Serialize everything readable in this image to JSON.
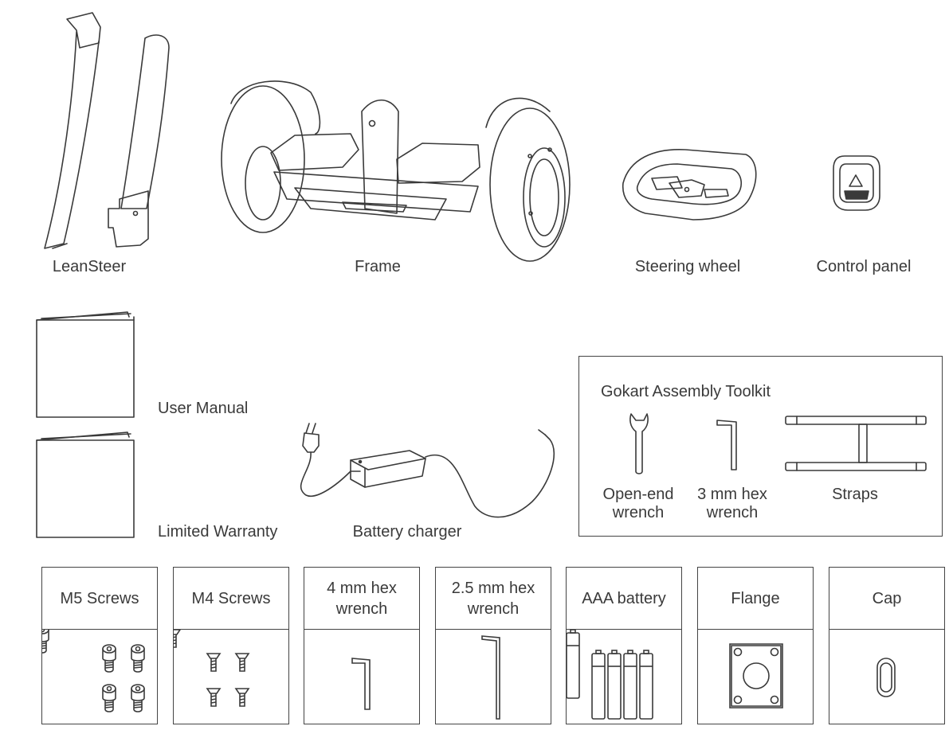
{
  "labels": {
    "leansteer": "LeanSteer",
    "frame": "Frame",
    "steering_wheel": "Steering wheel",
    "control_panel": "Control panel",
    "user_manual": "User Manual",
    "limited_warranty": "Limited Warranty",
    "battery_charger": "Battery charger"
  },
  "toolkit": {
    "title": "Gokart Assembly Toolkit",
    "open_end_wrench": [
      "Open-end",
      "wrench"
    ],
    "hex_wrench_3mm": [
      "3 mm hex",
      "wrench"
    ],
    "straps": "Straps"
  },
  "cards": [
    {
      "id": "m5-screws",
      "lines": [
        "M5 Screws"
      ]
    },
    {
      "id": "m4-screws",
      "lines": [
        "M4 Screws"
      ]
    },
    {
      "id": "hex-4mm",
      "lines": [
        "4 mm hex",
        "wrench"
      ]
    },
    {
      "id": "hex-2-5mm",
      "lines": [
        "2.5 mm hex",
        "wrench"
      ]
    },
    {
      "id": "aaa-battery",
      "lines": [
        "AAA battery"
      ]
    },
    {
      "id": "flange",
      "lines": [
        "Flange"
      ]
    },
    {
      "id": "cap",
      "lines": [
        "Cap"
      ]
    }
  ],
  "colors": {
    "line": "#3a3a3a",
    "text": "#3a3a3a",
    "background": "#ffffff"
  }
}
